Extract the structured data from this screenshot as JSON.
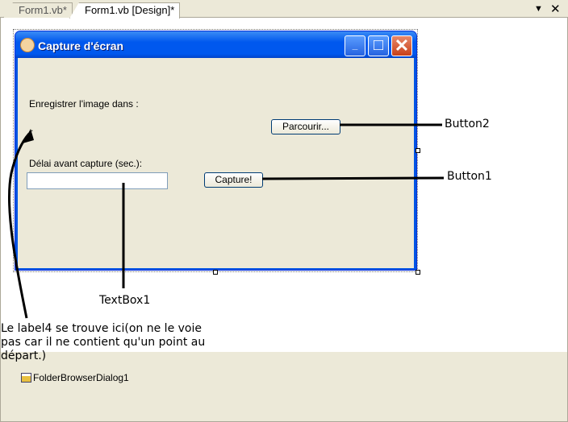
{
  "tabs": [
    {
      "label": "Form1.vb*"
    },
    {
      "label": "Form1.vb [Design]*"
    }
  ],
  "tab_controls": {
    "dropdown": "▼",
    "close": "✕"
  },
  "form": {
    "title": "Capture d'écran",
    "minimize": "_",
    "maximize": "□",
    "close": "✕",
    "label_save": "Enregistrer l'image dans :",
    "label4": ".",
    "label_delay": "Délai avant capture (sec.):",
    "browse_button": "Parcourir...",
    "capture_button": "Capture!",
    "textbox_value": ""
  },
  "annotations": {
    "button2": "Button2",
    "button1": "Button1",
    "textbox1": "TextBox1",
    "label4_note_1": "Le label4 se trouve ici(on ne le voie",
    "label4_note_2": "pas car il ne contient qu'un point au",
    "label4_note_3": "départ.)"
  },
  "tray": {
    "component": "FolderBrowserDialog1"
  }
}
